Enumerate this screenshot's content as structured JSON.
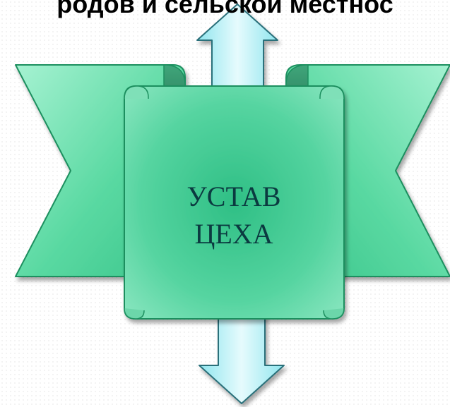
{
  "heading": {
    "text": "родов и сельской местнос"
  },
  "scroll": {
    "line1": "УСТАВ",
    "line2": "ЦЕХА"
  },
  "colors": {
    "ribbon_light": "#a6f2d2",
    "ribbon_mid": "#5ad9a2",
    "ribbon_dark": "#2fb57d",
    "ribbon_outline": "#1f8f5f",
    "arrow_light": "#e6fbfd",
    "arrow_mid": "#a9eef5",
    "arrow_outline": "#2b6f7a",
    "text": "#0b3a40"
  },
  "icons": {
    "up_arrow": "arrow-up-icon",
    "down_arrow": "arrow-down-icon"
  }
}
